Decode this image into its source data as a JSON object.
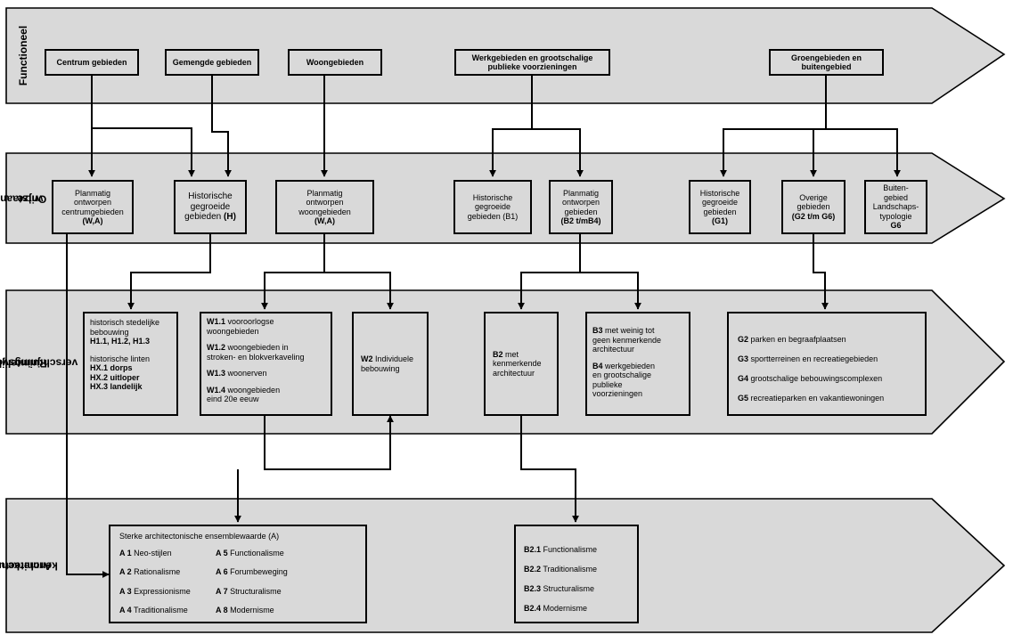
{
  "lanes": {
    "functioneel": "Functioneel",
    "ontstaanswijze_1": "Ontstaans-",
    "ontstaanswijze_2": "wijze",
    "ruimtelijke_1": "Ruimtelijke",
    "ruimtelijke_2": "verschijningsvorm",
    "architectuur_1": "Architectuur-",
    "architectuur_2": "kenmerken"
  },
  "functioneel": {
    "centrum": "Centrum gebieden",
    "gemengde": "Gemengde gebieden",
    "woon": "Woongebieden",
    "werk_1": "Werkgebieden en grootschalige",
    "werk_2": "publieke voorzieningen",
    "groen_1": "Groengebieden en",
    "groen_2": "buitengebied"
  },
  "ontstaanswijze": {
    "centrum_1": "Planmatig",
    "centrum_2": "ontworpen",
    "centrum_3": "centrumgebieden",
    "centrum_code": "(W,A)",
    "historisch_1": "Historische",
    "historisch_2": "gegroeide",
    "historisch_3": "gebieden",
    "historisch_code": "(H)",
    "woon_1": "Planmatig",
    "woon_2": "ontworpen",
    "woon_3": "woongebieden",
    "woon_code": "(W,A)",
    "werk_hist_1": "Historische",
    "werk_hist_2": "gegroeide",
    "werk_hist_3": "gebieden (B1)",
    "werk_plan_1": "Planmatig",
    "werk_plan_2": "ontworpen",
    "werk_plan_3": "gebieden",
    "werk_plan_code": "(B2 t/mB4)",
    "groen_hist_1": "Historische",
    "groen_hist_2": "gegroeide",
    "groen_hist_3": "gebieden",
    "groen_hist_code": "(G1)",
    "overige_1": "Overige",
    "overige_2": "gebieden",
    "overige_code": "(G2 t/m G6)",
    "buiten_1": "Buiten-",
    "buiten_2": "gebied",
    "buiten_3": "Landschaps-",
    "buiten_4": "typologie",
    "buiten_code": "G6"
  },
  "ruimtelijk": {
    "hist": {
      "l1": "historisch stedelijke",
      "l2": "bebouwing",
      "l3": "H1.1, H1.2, H1.3",
      "l4": "historische linten",
      "l5": "HX.1 dorps",
      "l6": "HX.2 uitloper",
      "l7": "HX.3 landelijk"
    },
    "w1": {
      "c1": "W1.1",
      "t1a": " vooroorlogse",
      "t1b": "woongebieden",
      "c2": "W1.2",
      "t2a": " woongebieden in",
      "t2b": "stroken- en blokverkaveling",
      "c3": "W1.3",
      "t3": " woonerven",
      "c4": "W1.4",
      "t4a": " woongebieden",
      "t4b": "eind 20e eeuw"
    },
    "w2": {
      "code": "W2",
      "t1": " Individuele",
      "t2": "bebouwing"
    },
    "b2": {
      "code": "B2",
      "t1": " met",
      "t2": "kenmerkende",
      "t3": "architectuur"
    },
    "b34": {
      "c3": "B3",
      "t3a": " met weinig tot",
      "t3b": "geen kenmerkende",
      "t3c": "architectuur",
      "c4": "B4",
      "t4a": " werkgebieden",
      "t4b": "en grootschalige",
      "t4c": "publieke",
      "t4d": "voorzieningen"
    },
    "g": {
      "c2": "G2",
      "t2": " parken en begraafplaatsen",
      "c3": "G3",
      "t3": " sportterreinen en recreatiegebieden",
      "c4": "G4",
      "t4": " grootschalige bebouwingscomplexen",
      "c5": "G5",
      "t5": " recreatieparken en vakantiewoningen"
    }
  },
  "architectuur": {
    "ensemble_title": "Sterke architectonische ensemblewaarde (A)",
    "a": [
      {
        "code": "A 1",
        "label": " Neo-stijlen"
      },
      {
        "code": "A 2",
        "label": " Rationalisme"
      },
      {
        "code": "A 3",
        "label": " Expressionisme"
      },
      {
        "code": "A 4",
        "label": " Traditionalisme"
      },
      {
        "code": "A 5",
        "label": " Functionalisme"
      },
      {
        "code": "A 6",
        "label": " Forumbeweging"
      },
      {
        "code": "A 7",
        "label": " Structuralisme"
      },
      {
        "code": "A 8",
        "label": " Modernisme"
      }
    ],
    "b": [
      {
        "code": "B2.1",
        "label": " Functionalisme"
      },
      {
        "code": "B2.2",
        "label": " Traditionalisme"
      },
      {
        "code": "B2.3",
        "label": " Structuralisme"
      },
      {
        "code": "B2.4",
        "label": " Modernisme"
      }
    ]
  }
}
